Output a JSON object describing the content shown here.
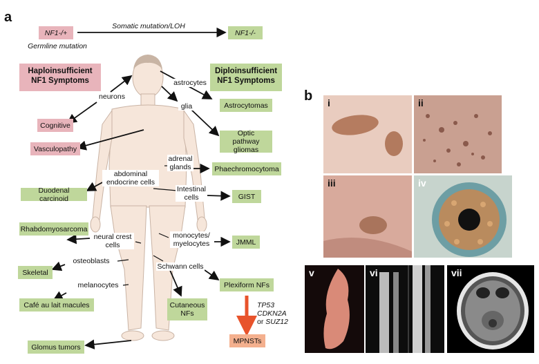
{
  "panel_a": {
    "letter": "a",
    "top": {
      "left_box": "NF1-/+",
      "arrow_label": "Somatic mutation/LOH",
      "right_box": "NF1-/-",
      "germline": "Germline mutation"
    },
    "headers": {
      "haplo_line1": "Haploinsufficient",
      "haplo_line2": "NF1 Symptoms",
      "diplo_line1": "Diploinsufficient",
      "diplo_line2": "NF1 Symptoms"
    },
    "cell_labels": {
      "neurons": "neurons",
      "astrocytes": "astrocytes",
      "glia": "glia",
      "adrenal_line1": "adrenal",
      "adrenal_line2": "glands",
      "abdominal_line1": "abdominal",
      "abdominal_line2": "endocrine cells",
      "intestinal_line1": "Intestinal",
      "intestinal_line2": "cells",
      "monocytes_line1": "monocytes/",
      "monocytes_line2": "myelocytes",
      "neural_crest_line1": "neural crest",
      "neural_crest_line2": "cells",
      "osteoblasts": "osteoblasts",
      "schwann": "Schwann cells",
      "melanocytes": "melanocytes"
    },
    "haplo_symptoms": {
      "cognitive": "Cognitive",
      "vasculopathy": "Vasculopathy"
    },
    "diplo_symptoms": {
      "astrocytomas": "Astrocytomas",
      "optic_line1": "Optic pathway",
      "optic_line2": "gliomas",
      "phaeo": "Phaechromocytoma",
      "duodenal": "Duodenal carcinoid",
      "gist": "GIST",
      "rhabdo": "Rhabdomyosarcoma",
      "jmml": "JMML",
      "skeletal": "Skeletal",
      "plexiform": "Plexiform NFs",
      "cafe": "Café au lait macules",
      "cutaneous_line1": "Cutaneous",
      "cutaneous_line2": "NFs",
      "glomus": "Glomus tumors"
    },
    "progression": {
      "gene1": "TP53",
      "gene2": "CDKN2A",
      "or_text": "or",
      "gene3": "SUZ12",
      "mpnst": "MPNSTs"
    }
  },
  "panel_b": {
    "letter": "b",
    "photos": [
      "i",
      "ii",
      "iii",
      "iv",
      "v",
      "vi",
      "vii"
    ]
  },
  "colors": {
    "haplo_pink": "#e8b4bb",
    "diplo_green": "#bfd79b",
    "mpnst_orange": "#f4b08e",
    "progression_arrow": "#e8532b"
  }
}
